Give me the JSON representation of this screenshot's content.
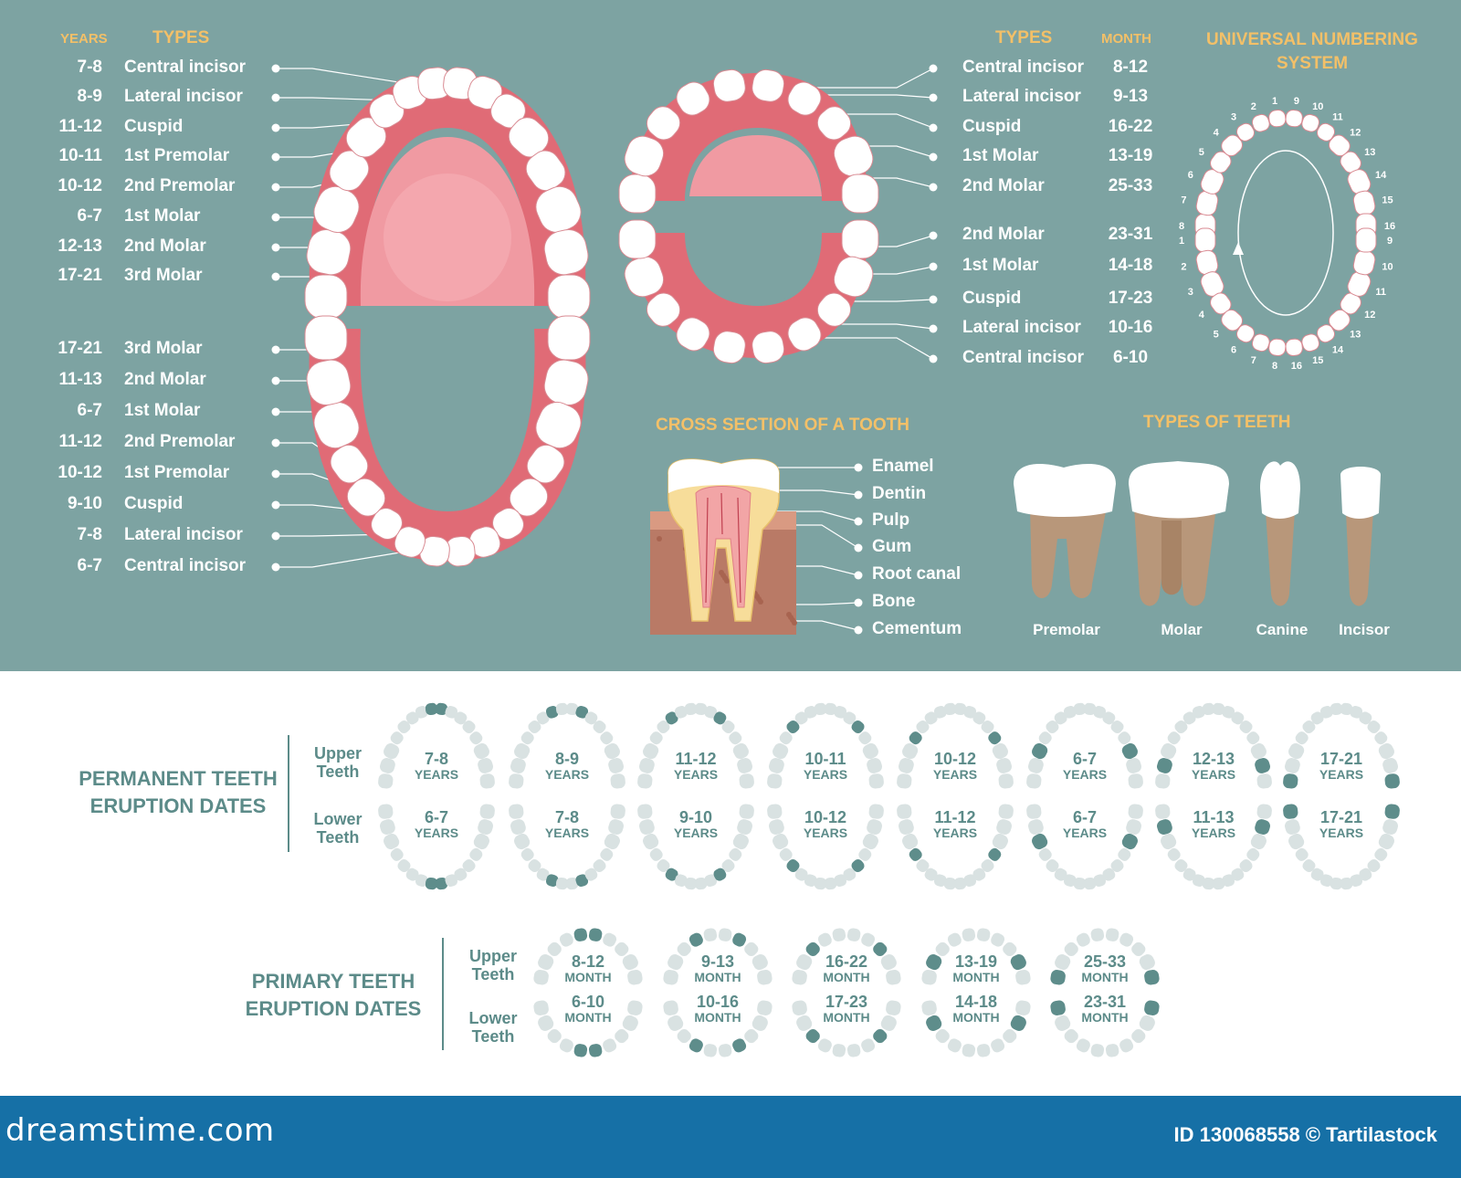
{
  "top_left": {
    "years_header": "YEARS",
    "types_header": "TYPES",
    "upper": [
      {
        "years": "7-8",
        "type": "Central incisor"
      },
      {
        "years": "8-9",
        "type": "Lateral incisor"
      },
      {
        "years": "11-12",
        "type": "Cuspid"
      },
      {
        "years": "10-11",
        "type": "1st Premolar"
      },
      {
        "years": "10-12",
        "type": "2nd Premolar"
      },
      {
        "years": "6-7",
        "type": "1st Molar"
      },
      {
        "years": "12-13",
        "type": "2nd Molar"
      },
      {
        "years": "17-21",
        "type": "3rd Molar"
      }
    ],
    "lower": [
      {
        "years": "17-21",
        "type": "3rd Molar"
      },
      {
        "years": "11-13",
        "type": "2nd Molar"
      },
      {
        "years": "6-7",
        "type": "1st Molar"
      },
      {
        "years": "11-12",
        "type": "2nd Premolar"
      },
      {
        "years": "10-12",
        "type": "1st Premolar"
      },
      {
        "years": "9-10",
        "type": "Cuspid"
      },
      {
        "years": "7-8",
        "type": "Lateral incisor"
      },
      {
        "years": "6-7",
        "type": "Central incisor"
      }
    ]
  },
  "top_right": {
    "types_header": "TYPES",
    "month_header": "MONTH",
    "upper": [
      {
        "type": "Central incisor",
        "month": "8-12"
      },
      {
        "type": "Lateral incisor",
        "month": "9-13"
      },
      {
        "type": "Cuspid",
        "month": "16-22"
      },
      {
        "type": "1st Molar",
        "month": "13-19"
      },
      {
        "type": "2nd Molar",
        "month": "25-33"
      }
    ],
    "lower": [
      {
        "type": "2nd Molar",
        "month": "23-31"
      },
      {
        "type": "1st Molar",
        "month": "14-18"
      },
      {
        "type": "Cuspid",
        "month": "17-23"
      },
      {
        "type": "Lateral incisor",
        "month": "10-16"
      },
      {
        "type": "Central incisor",
        "month": "6-10"
      }
    ]
  },
  "universal": {
    "title_line1": "UNIVERSAL NUMBERING",
    "title_line2": "SYSTEM",
    "upper_right": [
      "8",
      "7",
      "6",
      "5",
      "4",
      "3",
      "2",
      "1"
    ],
    "upper_left": [
      "9",
      "10",
      "11",
      "12",
      "13",
      "14",
      "15",
      "16"
    ],
    "lower_left": [
      "1",
      "2",
      "3",
      "4",
      "5",
      "6",
      "7",
      "8"
    ],
    "lower_right": [
      "16",
      "15",
      "14",
      "13",
      "12",
      "11",
      "10",
      "9"
    ]
  },
  "cross_section": {
    "title": "CROSS SECTION OF A TOOTH",
    "parts": [
      "Enamel",
      "Dentin",
      "Pulp",
      "Gum",
      "Root canal",
      "Bone",
      "Cementum"
    ]
  },
  "types_of_teeth": {
    "title": "TYPES OF TEETH",
    "items": [
      "Premolar",
      "Molar",
      "Canine",
      "Incisor"
    ]
  },
  "permanent": {
    "title_line1": "PERMANENT TEETH",
    "title_line2": "ERUPTION DATES",
    "upper_label_1": "Upper",
    "upper_label_2": "Teeth",
    "lower_label_1": "Lower",
    "lower_label_2": "Teeth",
    "unit": "YEARS",
    "charts": [
      {
        "upper": "7-8",
        "lower": "6-7"
      },
      {
        "upper": "8-9",
        "lower": "7-8"
      },
      {
        "upper": "11-12",
        "lower": "9-10"
      },
      {
        "upper": "10-11",
        "lower": "10-12"
      },
      {
        "upper": "10-12",
        "lower": "11-12"
      },
      {
        "upper": "6-7",
        "lower": "6-7"
      },
      {
        "upper": "12-13",
        "lower": "11-13"
      },
      {
        "upper": "17-21",
        "lower": "17-21"
      }
    ]
  },
  "primary": {
    "title_line1": "PRIMARY TEETH",
    "title_line2": "ERUPTION DATES",
    "upper_label_1": "Upper",
    "upper_label_2": "Teeth",
    "lower_label_1": "Lower",
    "lower_label_2": "Teeth",
    "unit": "MONTH",
    "charts": [
      {
        "upper": "8-12",
        "lower": "6-10"
      },
      {
        "upper": "9-13",
        "lower": "10-16"
      },
      {
        "upper": "16-22",
        "lower": "17-23"
      },
      {
        "upper": "13-19",
        "lower": "14-18"
      },
      {
        "upper": "25-33",
        "lower": "23-31"
      }
    ]
  },
  "footer": {
    "logo": "dreamstime.com",
    "id_text": "ID 130068558 © Tartilastock"
  },
  "colors": {
    "panel": "#7da3a2",
    "header_orange": "#f3c068",
    "gum": "#e06b76",
    "palate": "#f09aa2",
    "tooth_highlight": "#5e8d8b",
    "tooth_grey": "#d9e2e2",
    "footer": "#1670a6"
  }
}
